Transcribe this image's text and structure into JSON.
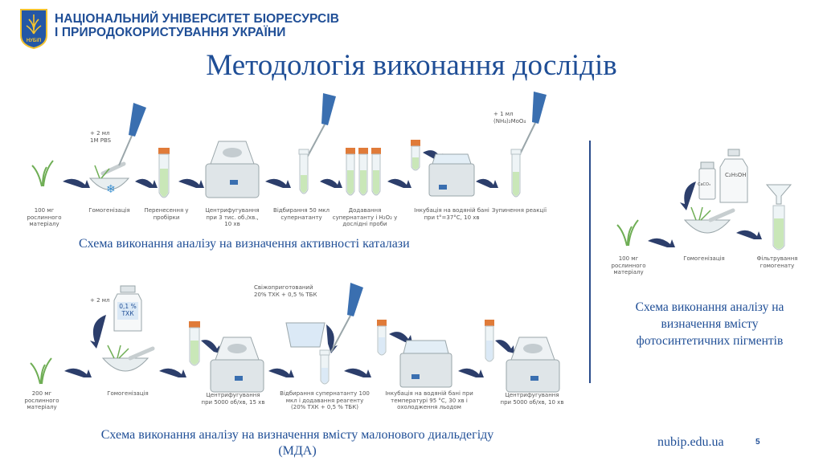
{
  "header": {
    "logo_text": "НУБіП",
    "university_line1": "НАЦІОНАЛЬНИЙ УНІВЕРСИТЕТ БІОРЕСУРСІВ",
    "university_line2": "І ПРИРОДОКОРИСТУВАННЯ УКРАЇНИ"
  },
  "title": "Методологія виконання дослідів",
  "catalase": {
    "caption": "Схема виконання аналізу на визначення активності каталази",
    "reagent1": [
      "+ 2 мл",
      "1M PBS"
    ],
    "reagent2": [
      "+ 1 мл",
      "(NH₄)₂MoO₄"
    ],
    "steps": [
      [
        "100 мг",
        "рослинного",
        "матеріалу"
      ],
      [
        "Гомогенізація"
      ],
      [
        "Перенесення у",
        "пробірки"
      ],
      [
        "Центрифугування",
        "при 3 тис. об./хв.,",
        "10 хв"
      ],
      [
        "Відбирання 50 мкл",
        "супернатанту"
      ],
      [
        "Додавання",
        "супернатанту і H₂O₂ у",
        "дослідні проби"
      ],
      [
        "Інкубація на водяній бані",
        "при t°=37°C, 10 хв"
      ],
      [
        "Зупинення реакції"
      ]
    ]
  },
  "pigments": {
    "caption": [
      "Схема виконання аналізу на",
      "визначення вмісту",
      "фотосинтетичних пігментів"
    ],
    "reagents": [
      "CaCO₃",
      "C₂H₅OH"
    ],
    "steps": [
      [
        "100 мг",
        "рослинного",
        "матеріалу"
      ],
      [
        "Гомогенізація"
      ],
      [
        "Фільтрування",
        "гомогенату"
      ]
    ]
  },
  "mda": {
    "caption": [
      "Схема виконання аналізу на визначення вмісту малонового диальдегіду",
      "(МДА)"
    ],
    "reagent1": "+ 2 мл",
    "bottle_label": [
      "0,1 %",
      "ТХК"
    ],
    "fresh": [
      "Свіжоприготований",
      "20% ТХК + 0,5 % ТБК"
    ],
    "steps": [
      [
        "200 мг",
        "рослинного",
        "матеріалу"
      ],
      [
        "Гомогенізація"
      ],
      [
        "Центрифугування",
        "при 5000 об/хв, 15 хв"
      ],
      [
        "Відбирання супернатанту 100",
        "мкл і додавання реагенту",
        "(20% ТХК + 0,5 % ТБК)"
      ],
      [
        "Інкубація на водяній бані при",
        "температурі 95 °C, 30 хв і",
        "охолодження льодом"
      ],
      [
        "Центрифугування",
        "при 5000 об/хв, 10 хв"
      ]
    ]
  },
  "footer": {
    "site": "nubip.edu.ua",
    "page": "5"
  },
  "colors": {
    "brand": "#1f4e96",
    "arrow": "#2c3e6b",
    "tube_cap": "#e07b39",
    "liquid": "#c9e7b8",
    "pipette": "#3a6fb0"
  }
}
